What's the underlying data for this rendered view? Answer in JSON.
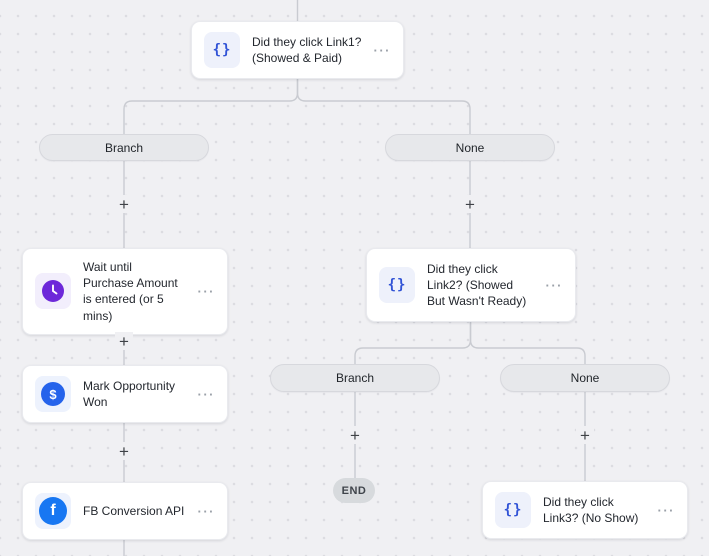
{
  "canvas": {
    "background": "#f0f0f3",
    "dot_color": "#dcdce1",
    "connector_color": "#c9cbd1"
  },
  "icons": {
    "menu": "···",
    "add": "+",
    "braces": "{}",
    "dollar": "$",
    "facebook": "f"
  },
  "colors": {
    "braces_blue": "#3153d6",
    "braces_bg": "#eef1fb",
    "clock_purple": "#6d28d9",
    "clock_bg": "#f2eefc",
    "dollar_blue": "#2563eb",
    "facebook_blue": "#1877f2",
    "node_bg": "#ffffff",
    "pill_bg": "#e7e8eb",
    "end_pill_bg": "#d7dadd"
  },
  "nodes": {
    "link1": {
      "label": "Did they click Link1? (Showed & Paid)",
      "icon": "braces-icon"
    },
    "wait": {
      "label": "Wait until Purchase Amount is entered (or 5 mins)",
      "icon": "clock-icon"
    },
    "opportunity": {
      "label": "Mark Opportunity Won",
      "icon": "dollar-icon"
    },
    "fb": {
      "label": "FB Conversion API",
      "icon": "facebook-icon"
    },
    "link2": {
      "label": "Did they click Link2? (Showed But Wasn't Ready)",
      "icon": "braces-icon"
    },
    "link3": {
      "label": "Did they click Link3? (No Show)",
      "icon": "braces-icon"
    }
  },
  "branches": {
    "branch1": {
      "label": "Branch"
    },
    "none1": {
      "label": "None"
    },
    "branch2": {
      "label": "Branch"
    },
    "none2": {
      "label": "None"
    }
  },
  "end": {
    "label": "END"
  }
}
